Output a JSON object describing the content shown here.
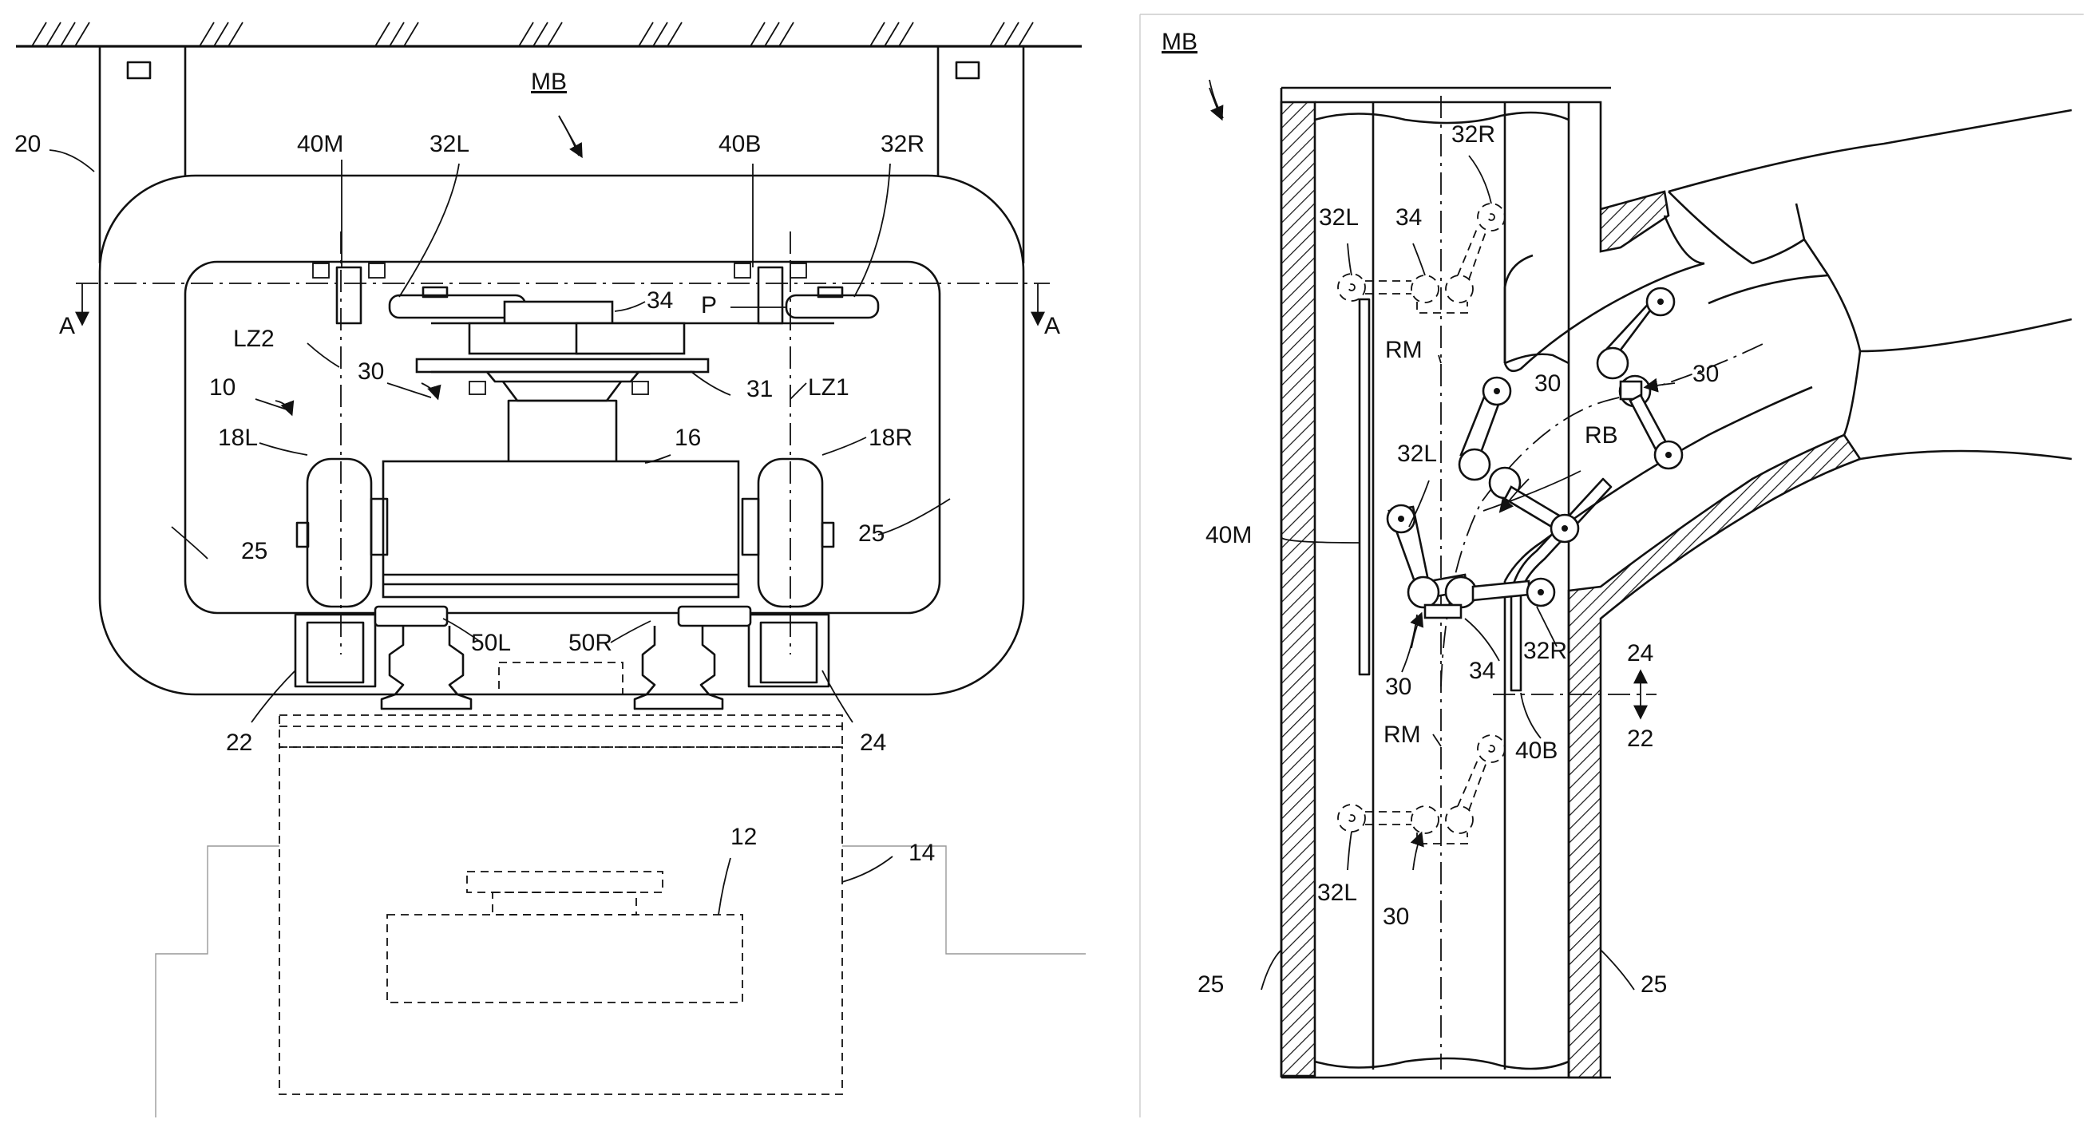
{
  "fig_left": {
    "labels": {
      "mb": "MB",
      "n20": "20",
      "n40m": "40M",
      "n32l": "32L",
      "n40b": "40B",
      "n32r": "32R",
      "a_left": "A",
      "a_right": "A",
      "n34": "34",
      "p": "P",
      "lz2": "LZ2",
      "n30": "30",
      "n31": "31",
      "lz1": "LZ1",
      "n10": "10",
      "n16": "16",
      "n18l": "18L",
      "n18r": "18R",
      "n25l": "25",
      "n25r": "25",
      "n50l": "50L",
      "n50r": "50R",
      "n22": "22",
      "n24": "24",
      "n12": "12",
      "n14": "14"
    }
  },
  "fig_right": {
    "labels": {
      "mb": "MB",
      "n32r_top": "32R",
      "n32l_top": "32L",
      "n34_top": "34",
      "rm_top": "RM",
      "n30_a": "30",
      "n30_b": "30",
      "rb": "RB",
      "n32l_mid": "32L",
      "n40m": "40M",
      "n30_c": "30",
      "n34_mid": "34",
      "n32r_mid": "32R",
      "n24": "24",
      "n22": "22",
      "rm_bot": "RM",
      "n40b": "40B",
      "n32l_bot": "32L",
      "n30_d": "30",
      "n25l": "25",
      "n25r": "25"
    }
  }
}
